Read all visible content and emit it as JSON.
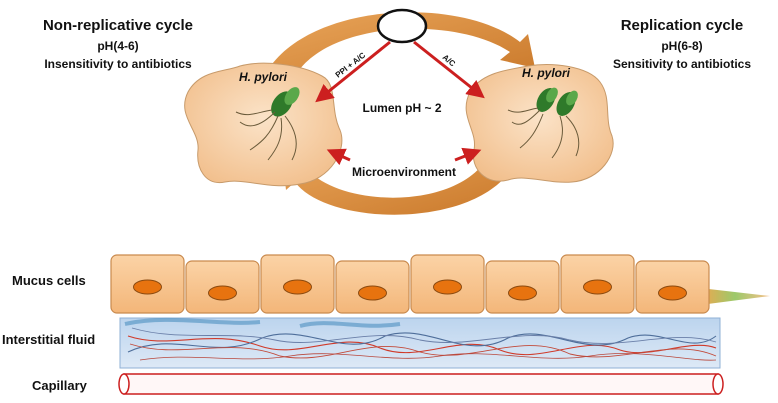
{
  "left_panel": {
    "title": "Non-replicative cycle",
    "ph": "pH(4-6)",
    "note": "Insensitivity to antibiotics",
    "blob_label": "H. pylori"
  },
  "right_panel": {
    "title": "Replication cycle",
    "ph": "pH(6-8)",
    "note": "Sensitivity to antibiotics",
    "blob_label": "H. pylori"
  },
  "center": {
    "lumen": "Lumen pH ~ 2",
    "microenvironment": "Microenvironment",
    "arrow_left_label": "PPI + A/C",
    "arrow_right_label": "A/C"
  },
  "tissue": {
    "mucus_label": "Mucus cells",
    "interstitial_label": "Interstitial fluid",
    "capillary_label": "Capillary",
    "cell_count": 8
  },
  "colors": {
    "cycle_arrow": "#d98a36",
    "blob_fill": "#f7d0a8",
    "cell_fill": "#f6c08a",
    "nucleus": "#e7730f",
    "red_arrow": "#cc1f1f",
    "bacteria": "#2f7a2a"
  }
}
